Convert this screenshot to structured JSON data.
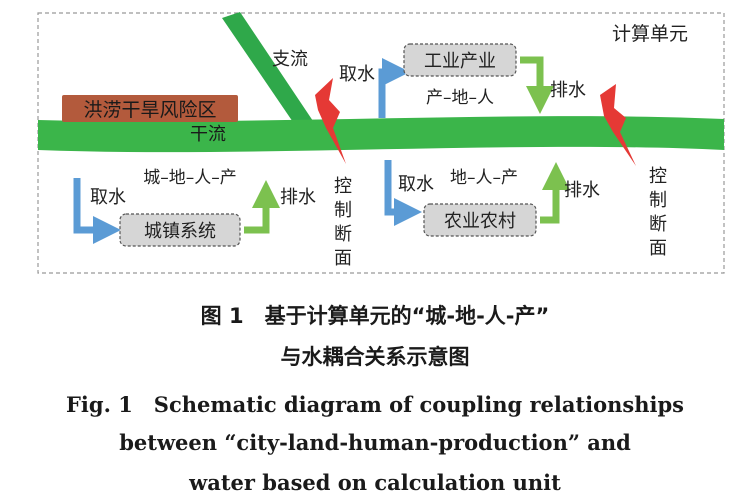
{
  "diagram": {
    "unit_label": "计算单元",
    "risk_zone_label": "洪涝干旱风险区",
    "main_stream_label": "干流",
    "tributary_label": "支流",
    "control_section_label": "控制断面",
    "intake_label": "取水",
    "drainage_label": "排水",
    "systems": [
      {
        "name": "工业产业",
        "chain": "产–地–人"
      },
      {
        "name": "城镇系统",
        "chain": "城–地–人–产"
      },
      {
        "name": "农业农村",
        "chain": "地–人–产"
      }
    ],
    "colors": {
      "river": "#3bb54a",
      "tributary": "#2fa84a",
      "intake_arrow": "#5b9bd5",
      "drainage_arrow": "#7cc14f",
      "risk_zone": "#b35a3c",
      "control_section": "#e53935",
      "system_box": "#d6d6d6",
      "frame": "#999999"
    }
  },
  "caption": {
    "cn_line1": "图 1　基于计算单元的“城-地-人-产”",
    "cn_line2": "与水耦合关系示意图",
    "en_line1": "Fig. 1　Schematic diagram of coupling relationships",
    "en_line2": "between “city-land-human-production” and",
    "en_line3": "water based on calculation unit"
  }
}
